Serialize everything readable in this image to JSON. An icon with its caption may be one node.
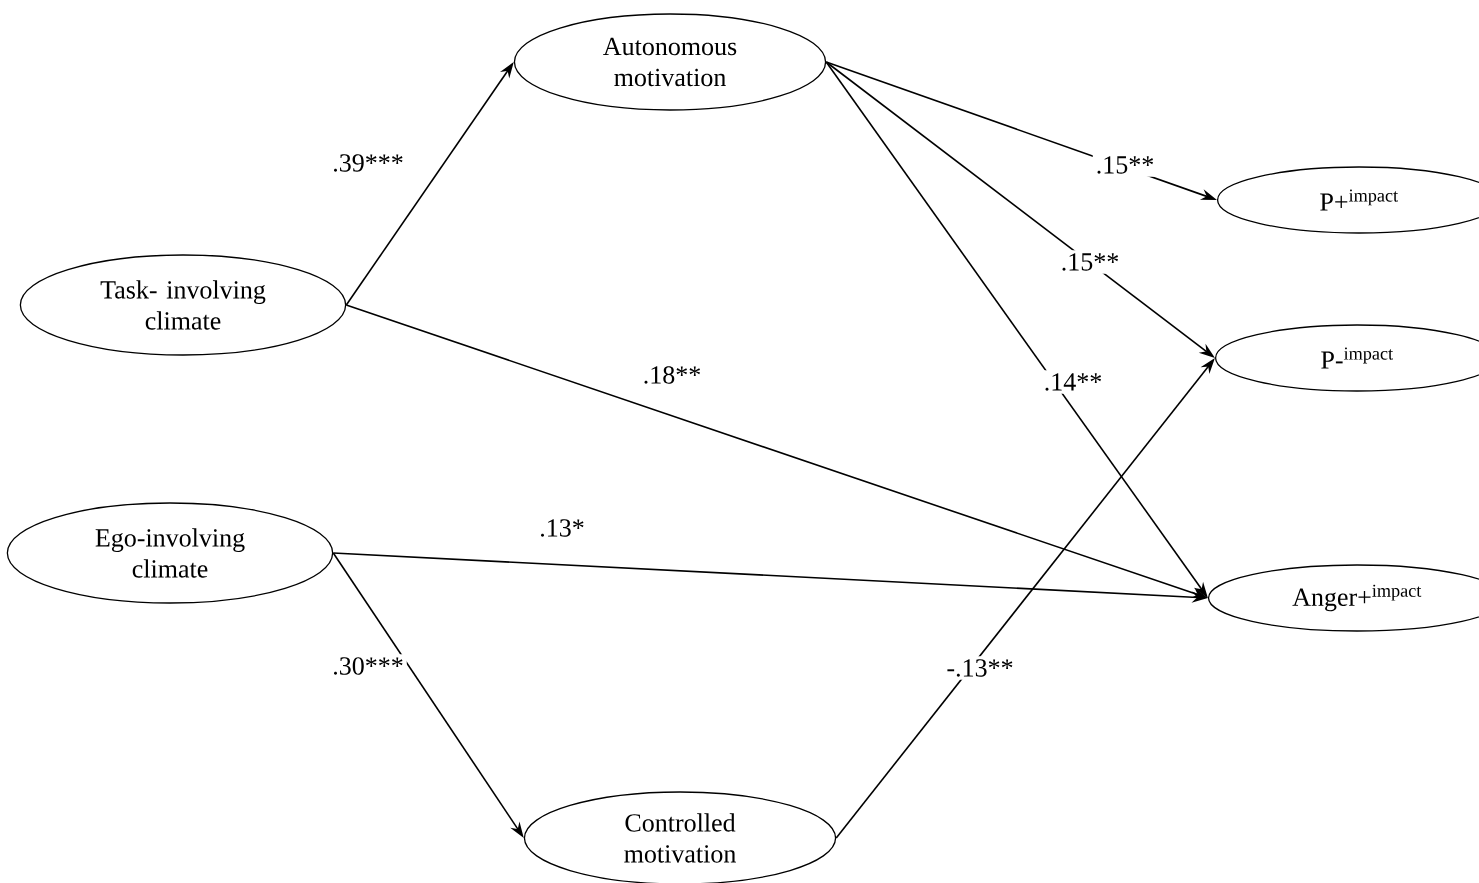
{
  "diagram": {
    "nodes": [
      {
        "text": [
          "Task- involving climate"
        ]
      },
      {
        "text": [
          "Ego-involving climate"
        ]
      },
      {
        "text": [
          "Autonomous motivation"
        ]
      },
      {
        "text": [
          "Controlled motivation"
        ]
      },
      {
        "text": [
          "P+$^{impact}$"
        ]
      },
      {
        "text": [
          "P-$^{impact}$"
        ]
      },
      {
        "text": [
          "Anger+$^{impact}$"
        ]
      }
    ],
    "edges": [
      {
        "from": 0,
        "to": 2,
        "arrow": "to",
        "label": ".39***"
      },
      {
        "from": 0,
        "to": 6,
        "arrow": "to",
        "label": ".18**"
      },
      {
        "from": 1,
        "to": 6,
        "arrow": "to",
        "label": ".13*"
      },
      {
        "from": 1,
        "to": 3,
        "arrow": "to",
        "label": ".30***"
      },
      {
        "from": 2,
        "to": 4,
        "arrow": "to",
        "label": ".15**"
      },
      {
        "from": 2,
        "to": 5,
        "arrow": "to",
        "label": ".15**"
      },
      {
        "from": 2,
        "to": 6,
        "arrow": "to",
        "label": ".14**"
      },
      {
        "from": 3,
        "to": 5,
        "arrow": "to",
        "label": "-.13**"
      }
    ]
  }
}
